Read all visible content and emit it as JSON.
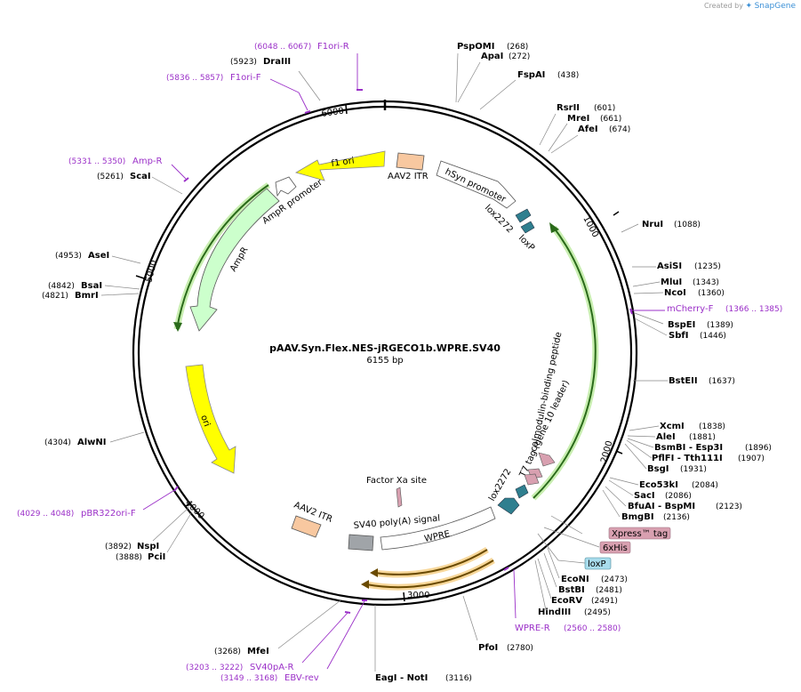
{
  "credit": {
    "prefix": "Created by",
    "brand": "SnapGene"
  },
  "title": "pAAV.Syn.Flex.NES-jRGECO1b.WPRE.SV40",
  "length": "6155 bp",
  "ticks": [
    "1000",
    "2000",
    "3000",
    "4000",
    "5000",
    "6000"
  ],
  "sites": [
    {
      "name": "PspOMI",
      "pos": "(268)"
    },
    {
      "name": "ApaI",
      "pos": "(272)"
    },
    {
      "name": "FspAI",
      "pos": "(438)"
    },
    {
      "name": "RsrII",
      "pos": "(601)"
    },
    {
      "name": "MreI",
      "pos": "(661)"
    },
    {
      "name": "AfeI",
      "pos": "(674)"
    },
    {
      "name": "NruI",
      "pos": "(1088)"
    },
    {
      "name": "AsiSI",
      "pos": "(1235)"
    },
    {
      "name": "MluI",
      "pos": "(1343)"
    },
    {
      "name": "NcoI",
      "pos": "(1360)"
    },
    {
      "name": "BspEI",
      "pos": "(1389)"
    },
    {
      "name": "SbfI",
      "pos": "(1446)"
    },
    {
      "name": "BstEII",
      "pos": "(1637)"
    },
    {
      "name": "XcmI",
      "pos": "(1838)"
    },
    {
      "name": "AleI",
      "pos": "(1881)"
    },
    {
      "name": "BsmBI - Esp3I",
      "pos": "(1896)"
    },
    {
      "name": "PflFI - Tth111I",
      "pos": "(1907)"
    },
    {
      "name": "BsgI",
      "pos": "(1931)"
    },
    {
      "name": "Eco53kI",
      "pos": "(2084)"
    },
    {
      "name": "SacI",
      "pos": "(2086)"
    },
    {
      "name": "BfuAI - BspMI",
      "pos": "(2123)"
    },
    {
      "name": "BmgBI",
      "pos": "(2136)"
    },
    {
      "name": "EcoNI",
      "pos": "(2473)"
    },
    {
      "name": "BstBI",
      "pos": "(2481)"
    },
    {
      "name": "EcoRV",
      "pos": "(2491)"
    },
    {
      "name": "HindIII",
      "pos": "(2495)"
    },
    {
      "name": "PfoI",
      "pos": "(2780)"
    },
    {
      "name": "EagI - NotI",
      "pos": "(3116)"
    },
    {
      "name": "MfeI",
      "pos": "(3268)"
    },
    {
      "name": "NspI",
      "pos": "(3892)"
    },
    {
      "name": "PciI",
      "pos": "(3888)"
    },
    {
      "name": "AlwNI",
      "pos": "(4304)"
    },
    {
      "name": "BsaI",
      "pos": "(4842)"
    },
    {
      "name": "BmrI",
      "pos": "(4821)"
    },
    {
      "name": "AseI",
      "pos": "(4953)"
    },
    {
      "name": "ScaI",
      "pos": "(5261)"
    },
    {
      "name": "DraIII",
      "pos": "(5923)"
    }
  ],
  "primers": [
    {
      "name": "F1ori-R",
      "pos": "(6048 .. 6067)"
    },
    {
      "name": "F1ori-F",
      "pos": "(5836 .. 5857)"
    },
    {
      "name": "Amp-R",
      "pos": "(5331 .. 5350)"
    },
    {
      "name": "mCherry-F",
      "pos": "(1366 .. 1385)"
    },
    {
      "name": "WPRE-R",
      "pos": "(2560 .. 2580)"
    },
    {
      "name": "pBR322ori-F",
      "pos": "(4029 .. 4048)"
    },
    {
      "name": "SV40pA-R",
      "pos": "(3203 .. 3222)"
    },
    {
      "name": "EBV-rev",
      "pos": "(3149 .. 3168)"
    }
  ],
  "tags": {
    "xpress": "Xpress™ tag",
    "his": "6xHis",
    "loxp": "loxP"
  },
  "features": {
    "aav2_itr_top": "AAV2 ITR",
    "hsyn": "hSyn promoter",
    "lox2272_top": "lox2272",
    "loxp_top": "loxP",
    "f1ori": "f1 ori",
    "ampr_promoter": "AmpR promoter",
    "ampr": "AmpR",
    "ori": "ori",
    "calmodulin": "calmodulin-binding peptide",
    "t7tag": "T7 tag (gene 10 leader)",
    "lox2272_bottom": "lox2272",
    "factor_xa": "Factor Xa site",
    "sv40pa": "SV40 poly(A) signal",
    "wpre": "WPRE",
    "aav2_itr_bottom": "AAV2 ITR"
  },
  "colors": {
    "primer": "#9b30c8",
    "f1ori": "#ffff00",
    "ampr": "#ccffcc",
    "aav2itr": "#f8c8a0",
    "wpre": "#ffffff",
    "sv40": "#a0a4a8",
    "lox": "#2f7f8f",
    "tag": "#d8a0b0",
    "loxp_tag": "#a8dcec",
    "orange": "#f0b050",
    "green": "#66bb33"
  }
}
